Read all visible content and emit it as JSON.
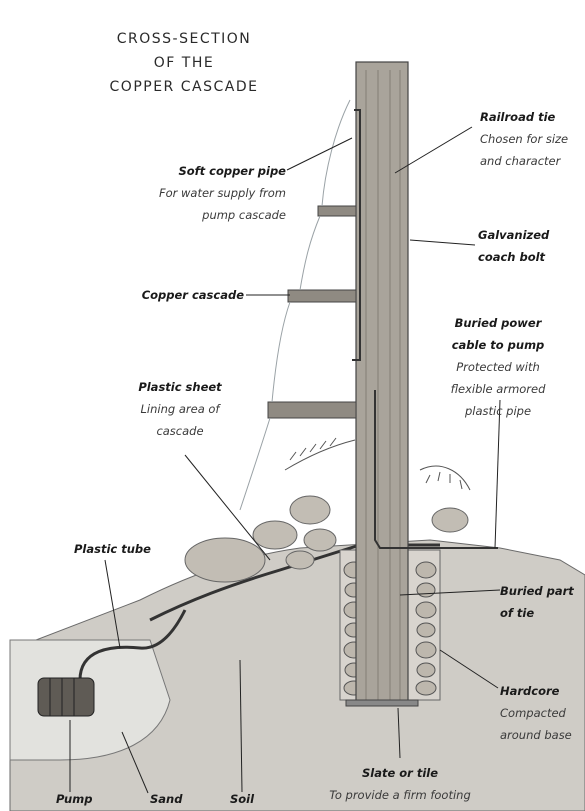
{
  "title": [
    "CROSS-SECTION",
    "OF THE",
    "COPPER CASCADE"
  ],
  "labels": {
    "railroad_tie": {
      "name": "Railroad tie",
      "desc": [
        "Chosen for size",
        "and character"
      ]
    },
    "soft_copper_pipe": {
      "name": "Soft copper pipe",
      "desc": [
        "For water supply from",
        "pump cascade"
      ]
    },
    "galvanized_bolt": {
      "name": [
        "Galvanized",
        "coach bolt"
      ]
    },
    "copper_cascade": {
      "name": "Copper cascade"
    },
    "buried_cable": {
      "name": [
        "Buried power",
        "cable to pump"
      ],
      "desc": [
        "Protected with",
        "flexible armored",
        "plastic pipe"
      ]
    },
    "plastic_sheet": {
      "name": "Plastic sheet",
      "desc": [
        "Lining area of",
        "cascade"
      ]
    },
    "plastic_tube": {
      "name": "Plastic tube"
    },
    "buried_tie": {
      "name": [
        "Buried part",
        "of tie"
      ]
    },
    "hardcore": {
      "name": "Hardcore",
      "desc": [
        "Compacted",
        "around base"
      ]
    },
    "slate": {
      "name": "Slate or tile",
      "desc": "To provide a firm footing"
    },
    "pump": {
      "name": "Pump"
    },
    "sand": {
      "name": "Sand"
    },
    "soil": {
      "name": "Soil"
    }
  },
  "colors": {
    "ink": "#1a1a1a",
    "wood": "#a8a39a",
    "soil": "#c9c6c0",
    "water": "#dfe4e6",
    "stone": "#b5b0a8"
  }
}
